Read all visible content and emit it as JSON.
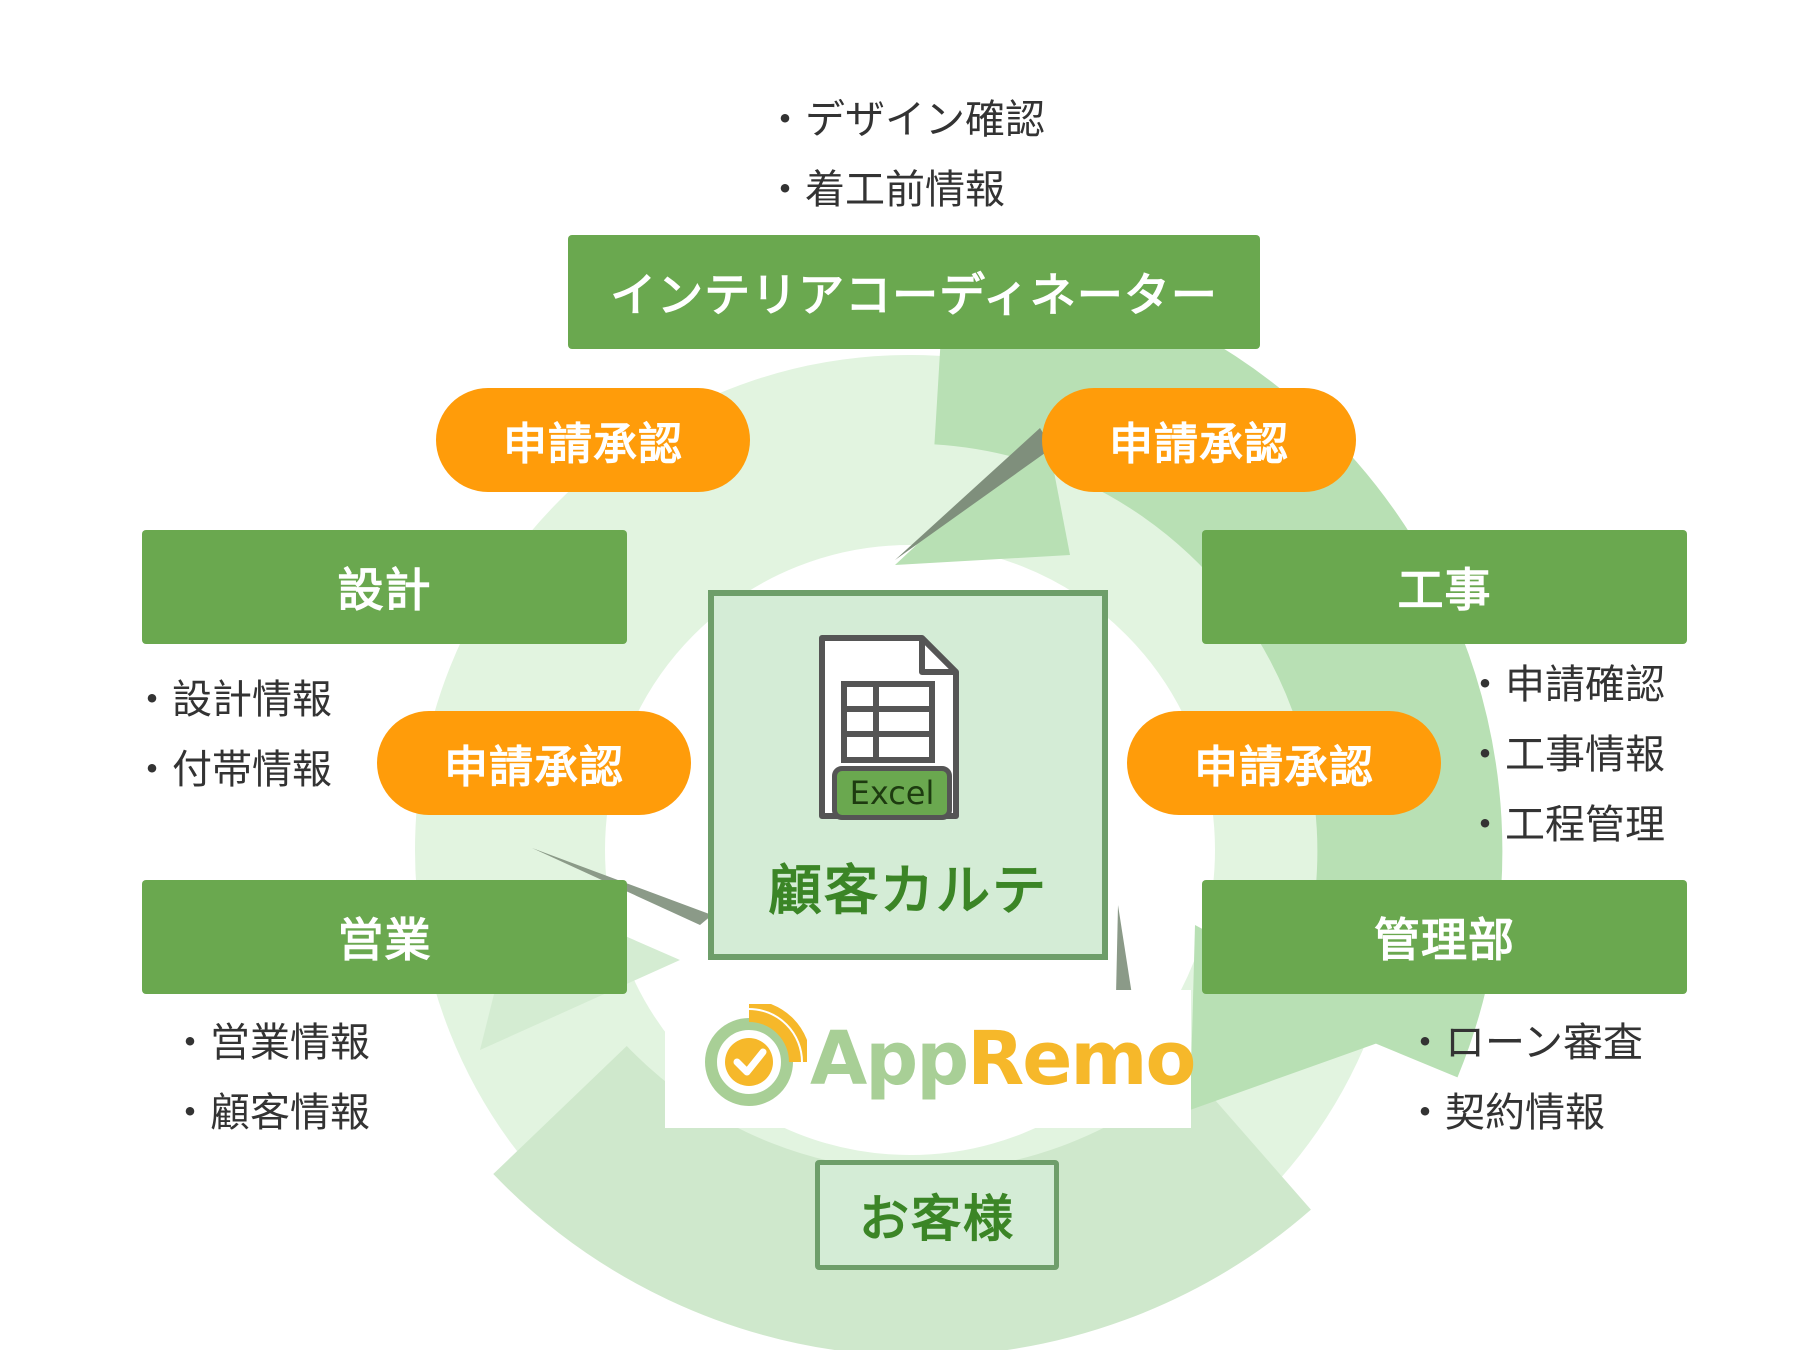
{
  "roles": {
    "interior": "インテリアコーディネーター",
    "design": "設計",
    "construction": "工事",
    "sales": "営業",
    "management": "管理部"
  },
  "approval_label": "申請承認",
  "info": {
    "interior": [
      "デザイン確認",
      "着工前情報"
    ],
    "design": [
      "設計情報",
      "付帯情報"
    ],
    "construction": [
      "申請確認",
      "工事情報",
      "工程管理"
    ],
    "sales": [
      "営業情報",
      "顧客情報"
    ],
    "management": [
      "ローン審査",
      "契約情報"
    ]
  },
  "center": {
    "title": "顧客カルテ",
    "file_label": "Excel",
    "icon": "spreadsheet-document-icon"
  },
  "logo": {
    "app": "App",
    "remo": "Remo",
    "icon": "apprremo-check-badge-icon"
  },
  "customer": "お客様",
  "colors": {
    "role_green": "#6aa84f",
    "approval_orange": "#ff9c0a",
    "center_fill": "#d4ecd6",
    "center_title": "#3b8526",
    "logo_yellow": "#f6b82a",
    "logo_green": "#a8cf96"
  }
}
